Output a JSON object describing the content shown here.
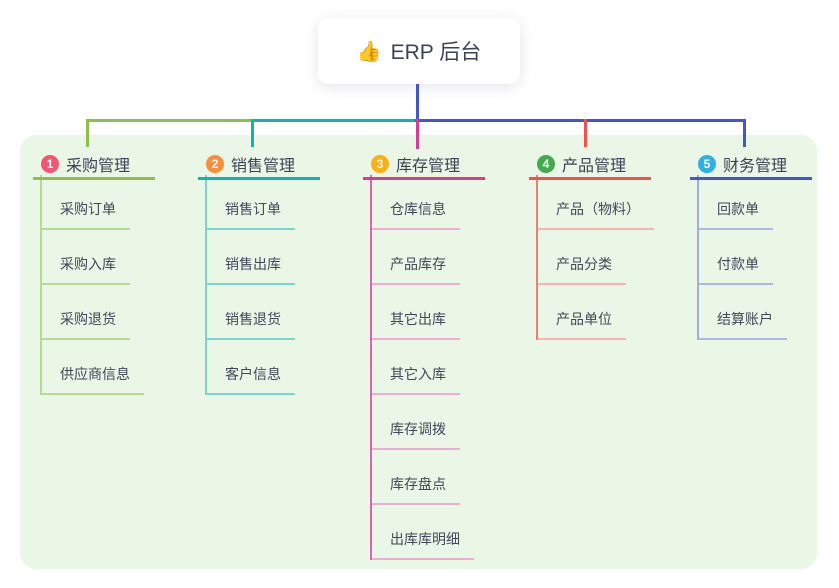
{
  "root": {
    "icon": "👍",
    "label": "ERP 后台"
  },
  "connector_color": "#4356cd",
  "panel_color": "#eaf6e6",
  "branches": [
    {
      "num": "1",
      "title": "采购管理",
      "badge_color": "#f5566f",
      "line_color": "#8ebe4b",
      "child_line_color": "#b5da96",
      "children": [
        "采购订单",
        "采购入库",
        "采购退货",
        "供应商信息"
      ]
    },
    {
      "num": "2",
      "title": "销售管理",
      "badge_color": "#f78f3d",
      "line_color": "#10b3ae",
      "child_line_color": "#7bd5cd",
      "children": [
        "销售订单",
        "销售出库",
        "销售退货",
        "客户信息"
      ]
    },
    {
      "num": "3",
      "title": "库存管理",
      "badge_color": "#f9b115",
      "line_color": "#d63d92",
      "child_line_color": "#efadd3",
      "children": [
        "仓库信息",
        "产品库存",
        "其它出库",
        "其它入库",
        "库存调拨",
        "库存盘点",
        "出库库明细"
      ]
    },
    {
      "num": "4",
      "title": "产品管理",
      "badge_color": "#42ab50",
      "line_color": "#f0534e",
      "child_line_color": "#f7b5b0",
      "children": [
        "产品（物料）",
        "产品分类",
        "产品单位"
      ]
    },
    {
      "num": "5",
      "title": "财务管理",
      "badge_color": "#2fb0e8",
      "line_color": "#4356cd",
      "child_line_color": "#abbae3",
      "children": [
        "回款单",
        "付款单",
        "结算账户"
      ]
    }
  ]
}
